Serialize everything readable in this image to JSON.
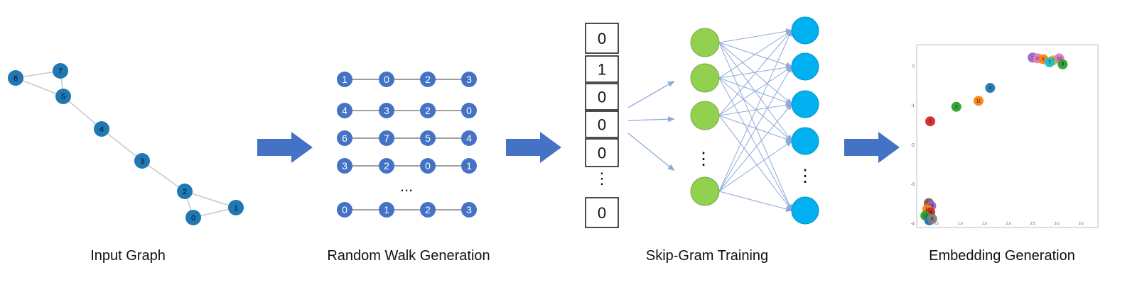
{
  "captions": {
    "input_graph": "Input Graph",
    "random_walk": "Random Walk Generation",
    "skip_gram": "Skip-Gram Training",
    "embedding": "Embedding Generation"
  },
  "colors": {
    "graph_node": "#1f77b4",
    "walk_node": "#4472c4",
    "arrow": "#4472c4",
    "input_layer": "#92d050",
    "output_layer": "#00b0f0",
    "edge": "#8eaadb"
  },
  "input_graph": {
    "nodes": [
      "0",
      "1",
      "2",
      "3",
      "4",
      "5",
      "6",
      "7"
    ],
    "edges": [
      [
        "6",
        "7"
      ],
      [
        "6",
        "5"
      ],
      [
        "7",
        "5"
      ],
      [
        "5",
        "4"
      ],
      [
        "4",
        "3"
      ],
      [
        "3",
        "2"
      ],
      [
        "2",
        "1"
      ],
      [
        "2",
        "0"
      ],
      [
        "0",
        "1"
      ]
    ]
  },
  "random_walks": {
    "rows": [
      [
        "1",
        "0",
        "2",
        "3"
      ],
      [
        "4",
        "3",
        "2",
        "0"
      ],
      [
        "6",
        "7",
        "5",
        "4"
      ],
      [
        "3",
        "2",
        "0",
        "1"
      ],
      [
        "0",
        "1",
        "2",
        "3"
      ]
    ],
    "ellipsis": "..."
  },
  "one_hot": {
    "values": [
      "0",
      "1",
      "0",
      "0",
      "0",
      "⋮",
      "0"
    ]
  },
  "network": {
    "vertical_ellipsis": "⋮"
  },
  "chart_data": {
    "type": "scatter",
    "title": "",
    "xlabel": "",
    "ylabel": "",
    "x_ticks": [
      "0.5",
      "1.0",
      "1.5",
      "2.0",
      "2.5",
      "3.0",
      "3.5"
    ],
    "y_ticks": [
      "0",
      "-1",
      "-2",
      "-3",
      "-4"
    ],
    "xlim": [
      0.1,
      3.85
    ],
    "ylim": [
      -4.1,
      0.55
    ],
    "points": [
      {
        "label": "1",
        "x": 2.5,
        "y": 0.22,
        "color": "#9467bd"
      },
      {
        "label": "0",
        "x": 2.6,
        "y": 0.2,
        "color": "#e377c2"
      },
      {
        "label": "6",
        "x": 2.72,
        "y": 0.18,
        "color": "#ff7f0e"
      },
      {
        "label": "8",
        "x": 2.92,
        "y": 0.15,
        "color": "#bcbd22"
      },
      {
        "label": "10",
        "x": 3.05,
        "y": 0.2,
        "color": "#e377c2"
      },
      {
        "label": "7",
        "x": 2.85,
        "y": 0.1,
        "color": "#17becf"
      },
      {
        "label": "9",
        "x": 3.12,
        "y": 0.05,
        "color": "#2ca02c"
      },
      {
        "label": "4",
        "x": 1.62,
        "y": -0.55,
        "color": "#1f77b4"
      },
      {
        "label": "11",
        "x": 1.38,
        "y": -0.88,
        "color": "#ff7f0e"
      },
      {
        "label": "3",
        "x": 0.92,
        "y": -1.03,
        "color": "#2ca02c"
      },
      {
        "label": "2",
        "x": 0.38,
        "y": -1.4,
        "color": "#d62728"
      },
      {
        "label": "13",
        "x": 0.35,
        "y": -3.48,
        "color": "#8c564b"
      },
      {
        "label": "15",
        "x": 0.4,
        "y": -3.55,
        "color": "#9467bd"
      },
      {
        "label": "14",
        "x": 0.32,
        "y": -3.64,
        "color": "#ff7f0e"
      },
      {
        "label": "16",
        "x": 0.38,
        "y": -3.72,
        "color": "#d62728"
      },
      {
        "label": "12",
        "x": 0.28,
        "y": -3.8,
        "color": "#2ca02c"
      },
      {
        "label": "17",
        "x": 0.36,
        "y": -3.92,
        "color": "#1f77b4"
      },
      {
        "label": "5",
        "x": 0.42,
        "y": -3.88,
        "color": "#7f7f7f"
      }
    ]
  }
}
